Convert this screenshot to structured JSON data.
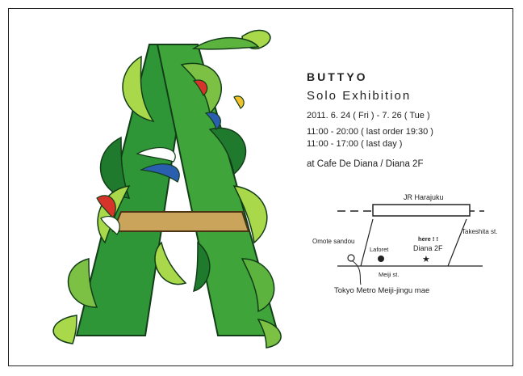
{
  "flyer": {
    "title": "BUTTYO",
    "subtitle": "Solo Exhibition",
    "dates": "2011. 6. 24 ( Fri ) - 7. 26 ( Tue )",
    "hours_regular": "11:00 - 20:00 ( last order 19:30 )",
    "hours_last_day": "11:00 - 17:00 ( last day )",
    "venue": "at Cafe De Diana / Diana 2F"
  },
  "map": {
    "jr_station": "JR Harajuku",
    "omotesando": "Omote sandou",
    "takeshita": "Takeshita st.",
    "laforet": "Laforet",
    "here_marker": "here ! !",
    "diana": "Diana 2F",
    "meiji_st": "Meiji st.",
    "metro": "Tokyo Metro Meiji-jingu mae"
  },
  "colors": {
    "leaf_dark": "#1f7a2e",
    "leaf_mid": "#3fa53a",
    "leaf_light": "#a9d84a",
    "accent_red": "#d6332a",
    "accent_blue": "#2a5fb0",
    "accent_yellow": "#f2c02a",
    "ink": "#222222"
  }
}
